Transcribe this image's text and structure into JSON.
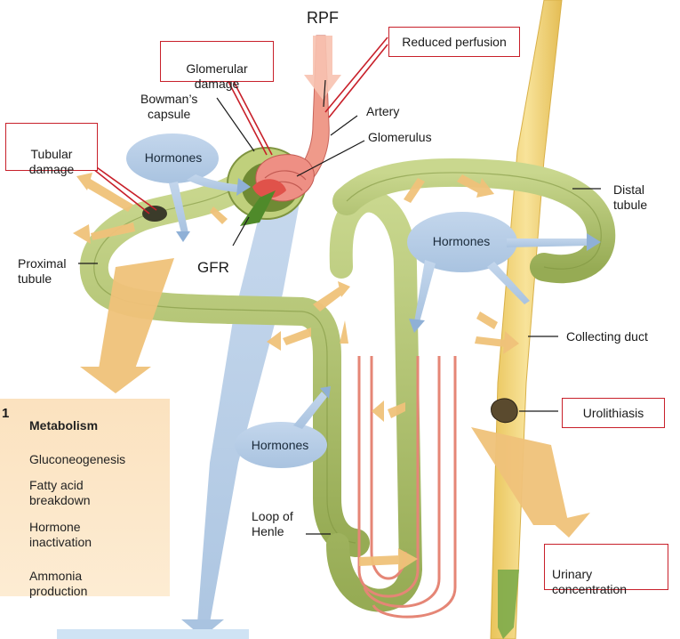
{
  "panel_number": "1",
  "labels": {
    "rpf": "RPF",
    "reduced_perfusion": "Reduced perfusion",
    "glomerular_damage": "Glomerular\ndamage",
    "bowmans_capsule": "Bowman’s\ncapsule",
    "artery": "Artery",
    "glomerulus": "Glomerulus",
    "tubular_damage": "Tubular\ndamage",
    "distal_tubule": "Distal\ntubule",
    "proximal_tubule": "Proximal\ntubule",
    "gfr": "GFR",
    "collecting_duct": "Collecting duct",
    "urolithiasis": "Urolithiasis",
    "loop_of_henle": "Loop of\nHenle",
    "urinary_concentration": "Urinary\nconcentration"
  },
  "hormones": [
    "Hormones",
    "Hormones",
    "Hormones"
  ],
  "metabolism": {
    "title": "Metabolism",
    "items": [
      "Gluconeogenesis",
      "Fatty acid\nbreakdown",
      "Hormone\ninactivation",
      "Ammonia\nproduction"
    ]
  },
  "colors": {
    "tubule": "#aebf6a",
    "collecting_duct": "#f2d16a",
    "hormone_blob": "#b9cfe6",
    "arrow_orange": "#f0c27a",
    "artery": "#ef9a8a",
    "callout_border": "#c8202a",
    "panel_bg": "#fce6c6"
  }
}
